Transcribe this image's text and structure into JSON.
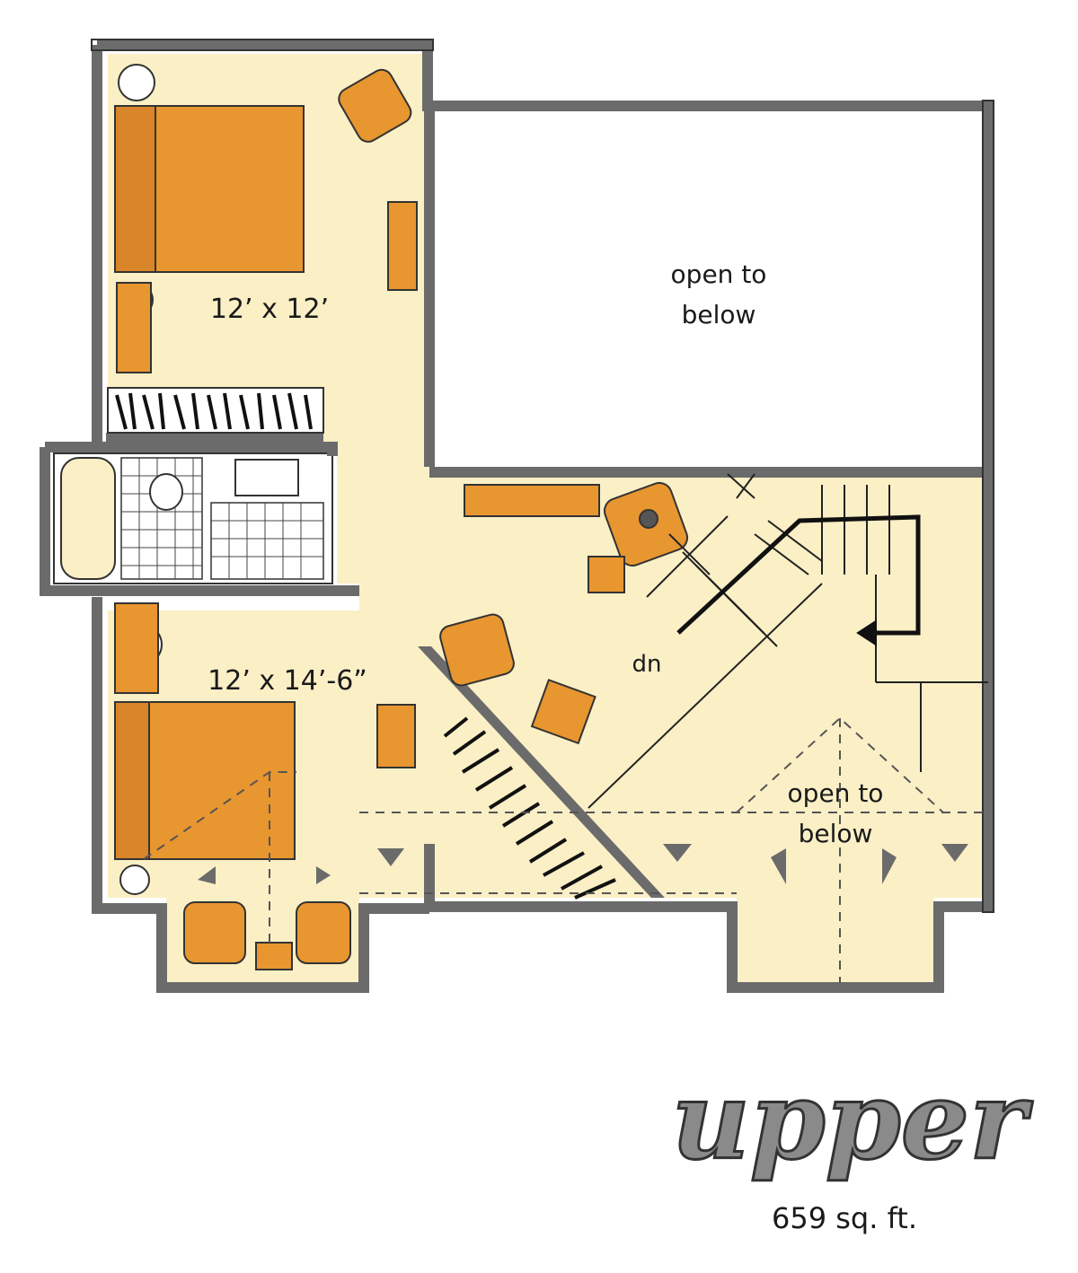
{
  "plan": {
    "title": "upper",
    "area": "659 sq. ft.",
    "rooms": {
      "bedroom_top": "12’ x 12’",
      "bedroom_bottom": "12’ x 14’-6”"
    },
    "open_to_below_top": {
      "line1": "open to",
      "line2": "below"
    },
    "open_to_below_bottom": {
      "line1": "open to",
      "line2": "below"
    },
    "stair_label": "dn"
  },
  "colors": {
    "wall": "#6b6b6b",
    "floor": "#fbefc6",
    "furniture": "#e8962f",
    "title": "#8a8a8a"
  }
}
